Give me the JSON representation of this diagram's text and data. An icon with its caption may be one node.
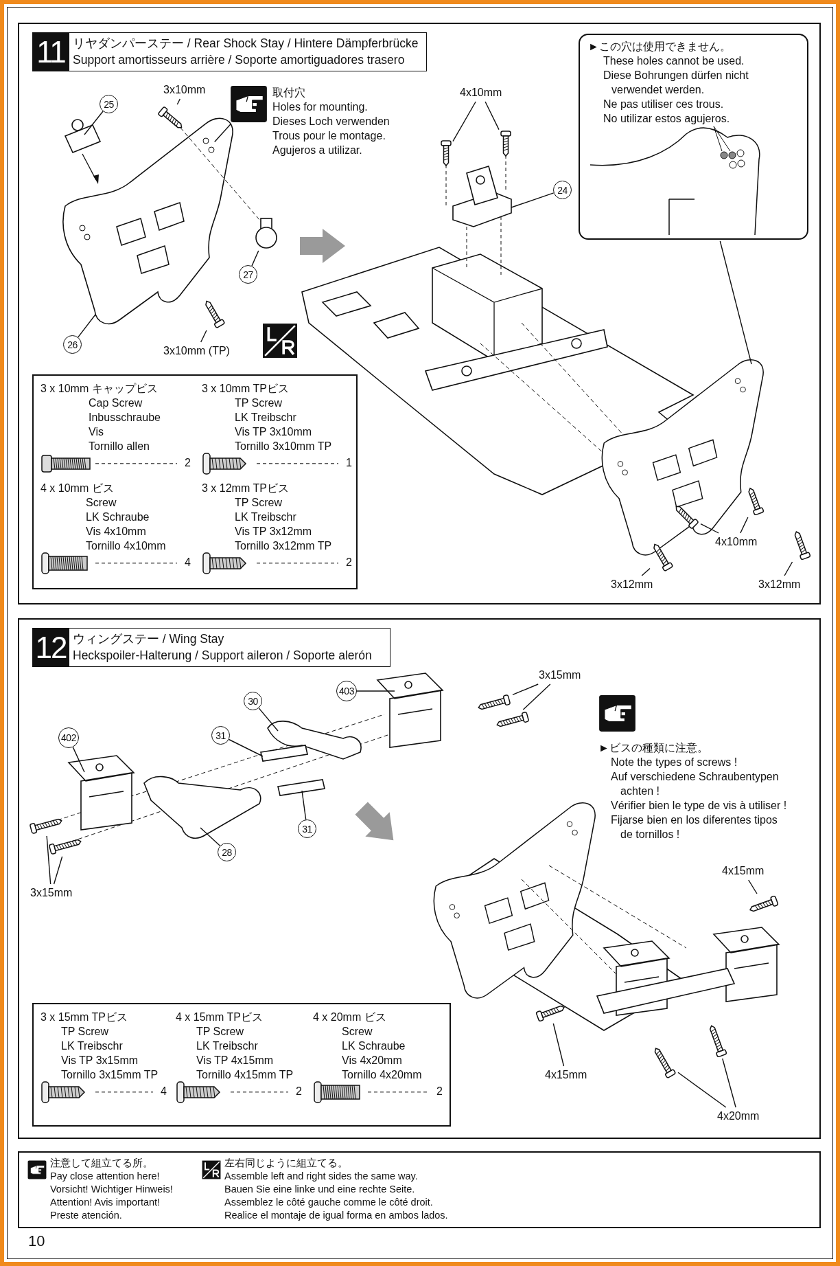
{
  "diagram": {
    "nodes": [
      {
        "text": [
          "11",
          "リヤダンパーステー / Rear Shock Stay / Hintere Dämpferbrücke",
          "Support amortisseurs arrière / Soporte amortiguadores trasero"
        ]
      },
      {
        "text": [
          "3x10mm"
        ],
        "in": 0
      },
      {
        "text": [
          "25"
        ],
        "in": 0
      },
      {
        "text": [
          "取付穴",
          "Holes for mounting.",
          "Dieses Loch verwenden",
          "Trous pour le montage.",
          "Agujeros a utilizar."
        ],
        "in": 0
      },
      {
        "text": [
          "27"
        ],
        "in": 0
      },
      {
        "text": [
          "26"
        ],
        "in": 0
      },
      {
        "text": [
          "3x10mm (TP)"
        ],
        "in": 0
      },
      {
        "text": [
          "4x10mm"
        ],
        "in": 0
      },
      {
        "text": [
          "24"
        ],
        "in": 0
      },
      {
        "text": [
          "►この穴は使用できません。",
          "These holes cannot be used.",
          "Diese Bohrungen dürfen nicht verwendet werden.",
          "Ne pas utiliser ces trous.",
          "No utilizar estos agujeros."
        ],
        "in": 0
      },
      {
        "text": [
          "3 x 10mm キャップビス",
          "Cap Screw",
          "Inbusschraube",
          "Vis",
          "Tornillo allen",
          "2",
          "3 x 10mm TPビス",
          "TP Screw",
          "LK Treibschr",
          "Vis TP 3x10mm",
          "Tornillo 3x10mm TP",
          "1",
          "4 x 10mm ビス",
          "Screw",
          "LK Schraube",
          "Vis 4x10mm",
          "Tornillo 4x10mm",
          "4",
          "3 x 12mm TPビス",
          "TP Screw",
          "LK Treibschr",
          "Vis TP 3x12mm",
          "Tornillo 3x12mm TP",
          "2"
        ],
        "in": 0
      },
      {
        "text": [
          "4x10mm"
        ],
        "in": 0
      },
      {
        "text": [
          "3x12mm"
        ],
        "in": 0
      },
      {
        "text": [
          "3x12mm"
        ],
        "in": 0
      },
      {
        "text": [
          "12",
          "ウィングステー / Wing Stay",
          "Heckspoiler-Halterung / Support aileron / Soporte alerón"
        ]
      },
      {
        "text": [
          "3x15mm"
        ],
        "in": 14
      },
      {
        "text": [
          "403"
        ],
        "in": 14
      },
      {
        "text": [
          "30"
        ],
        "in": 14
      },
      {
        "text": [
          "31"
        ],
        "in": 14
      },
      {
        "text": [
          "402"
        ],
        "in": 14
      },
      {
        "text": [
          "31"
        ],
        "in": 14
      },
      {
        "text": [
          "28"
        ],
        "in": 14
      },
      {
        "text": [
          "3x15mm"
        ],
        "in": 14
      },
      {
        "text": [
          "4x15mm"
        ],
        "in": 14
      },
      {
        "text": [
          "4x15mm"
        ],
        "in": 14
      },
      {
        "text": [
          "4x20mm"
        ],
        "in": 14
      },
      {
        "text": [
          "3 x 15mm TPビス",
          "TP Screw",
          "LK Treibschr",
          "Vis TP 3x15mm",
          "Tornillo 3x15mm TP",
          "4",
          "4 x 15mm TPビス",
          "TP Screw",
          "LK Treibschr",
          "Vis TP 4x15mm",
          "Tornillo 4x15mm TP",
          "2",
          "4 x 20mm ビス",
          "Screw",
          "LK Schraube",
          "Vis 4x20mm",
          "Tornillo 4x20mm",
          "2"
        ],
        "in": 14
      },
      {
        "text": [],
        "shape": "picture",
        "in": 0
      },
      {
        "text": [],
        "shape": "circle",
        "in": 0
      },
      {
        "text": [],
        "shape": "picture",
        "in": 0
      },
      {
        "text": [],
        "shape": "picture",
        "in": 0
      },
      {
        "text": [],
        "shape": "picture",
        "in": 0
      },
      {
        "text": [],
        "shape": "picture",
        "in": 0
      },
      {
        "text": [],
        "shape": "picture",
        "in": 0
      },
      {
        "text": [],
        "shape": "picture",
        "in": 0
      },
      {
        "text": [],
        "shape": "picture",
        "in": 0
      },
      {
        "text": [],
        "shape": "picture",
        "in": 14
      },
      {
        "text": [],
        "shape": "picture",
        "in": 14
      },
      {
        "text": [],
        "shape": "picture",
        "in": 14
      },
      {
        "text": [],
        "shape": "picture",
        "in": 14
      },
      {
        "text": [],
        "shape": "picture",
        "in": 14
      },
      {
        "text": [],
        "shape": "picture",
        "in": 14
      },
      {
        "text": [],
        "shape": "picture",
        "in": 14
      },
      {
        "text": [],
        "shape": "picture",
        "in": 14
      }
    ],
    "edges": [
      {
        "from": 1,
        "to": 27,
        "arrow": "none"
      },
      {
        "from": 2,
        "to": null,
        "arrow": "none"
      },
      {
        "from": 3,
        "to": null,
        "arrow": "none"
      },
      {
        "from": 4,
        "to": 28,
        "arrow": "none"
      },
      {
        "from": 5,
        "to": null,
        "arrow": "none"
      },
      {
        "from": 6,
        "to": 29,
        "arrow": "none"
      },
      {
        "from": 7,
        "to": 30,
        "arrow": "none"
      },
      {
        "from": 7,
        "to": 31,
        "arrow": "none"
      },
      {
        "from": 8,
        "to": null,
        "arrow": "none"
      },
      {
        "from": 9,
        "to": null,
        "arrow": "none"
      },
      {
        "from": 11,
        "to": 32,
        "arrow": "none"
      },
      {
        "from": 11,
        "to": 33,
        "arrow": "none"
      },
      {
        "from": 12,
        "to": 34,
        "arrow": "none"
      },
      {
        "from": 13,
        "to": 35,
        "arrow": "none"
      },
      {
        "from": 15,
        "to": 36,
        "arrow": "none"
      },
      {
        "from": 15,
        "to": 37,
        "arrow": "none"
      },
      {
        "from": 16,
        "to": null,
        "arrow": "none"
      },
      {
        "from": 17,
        "to": null,
        "arrow": "none"
      },
      {
        "from": 18,
        "to": null,
        "arrow": "none"
      },
      {
        "from": 19,
        "to": null,
        "arrow": "none"
      },
      {
        "from": 20,
        "to": null,
        "arrow": "none"
      },
      {
        "from": 21,
        "to": null,
        "arrow": "none"
      },
      {
        "from": 22,
        "to": 38,
        "arrow": "none"
      },
      {
        "from": 22,
        "to": 39,
        "arrow": "none"
      },
      {
        "from": 23,
        "to": 40,
        "arrow": "none"
      },
      {
        "from": 24,
        "to": 41,
        "arrow": "none"
      },
      {
        "from": 25,
        "to": 42,
        "arrow": "none"
      },
      {
        "from": 25,
        "to": 43,
        "arrow": "none"
      }
    ],
    "labels": [
      "►ビスの種類に注意。",
      "Note the types of screws !",
      "Auf verschiedene Schraubentypen achten !",
      "Vérifier bien le type de vis à utiliser !",
      "Fijarse bien en los diferentes tipos de tornillos !",
      "注意して組立てる所。",
      "Pay close attention here!",
      "Vorsicht! Wichtiger Hinweis!",
      "Attention! Avis important!",
      "Preste atención.",
      "左右同じように組立てる。",
      "Assemble left and right sides the same way.",
      "Bauen Sie eine linke und eine rechte Seite.",
      "Assemblez le côté gauche comme le côté droit.",
      "Realice el montaje de igual forma en ambos lados.",
      "10"
    ]
  }
}
